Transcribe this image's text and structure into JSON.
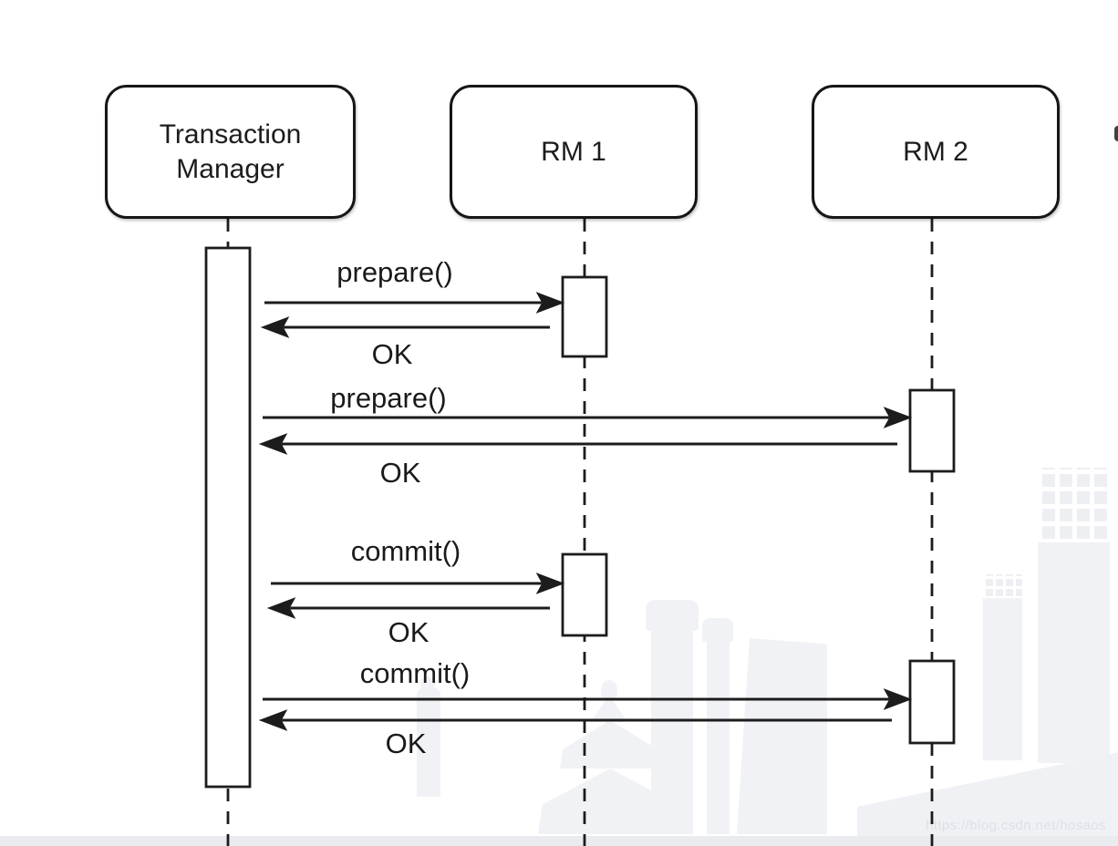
{
  "participants": [
    {
      "label": "Transaction Manager"
    },
    {
      "label": "RM 1"
    },
    {
      "label": "RM 2"
    }
  ],
  "messages": [
    {
      "label": "prepare()",
      "from": "Transaction Manager",
      "to": "RM 1",
      "direction": "right"
    },
    {
      "label": "OK",
      "from": "RM 1",
      "to": "Transaction Manager",
      "direction": "left"
    },
    {
      "label": "prepare()",
      "from": "Transaction Manager",
      "to": "RM 2",
      "direction": "right"
    },
    {
      "label": "OK",
      "from": "RM 2",
      "to": "Transaction Manager",
      "direction": "left"
    },
    {
      "label": "commit()",
      "from": "Transaction Manager",
      "to": "RM 1",
      "direction": "right"
    },
    {
      "label": "OK",
      "from": "RM 1",
      "to": "Transaction Manager",
      "direction": "left"
    },
    {
      "label": "commit()",
      "from": "Transaction Manager",
      "to": "RM 2",
      "direction": "right"
    },
    {
      "label": "OK",
      "from": "RM 2",
      "to": "Transaction Manager",
      "direction": "left"
    }
  ],
  "watermark_url": "https://blog.csdn.net/hosaos",
  "colors": {
    "line": "#1c1c1c",
    "background": "#ffffff",
    "watermark_shape": "#f1f2f5",
    "bottom_strip": "#e9ebee",
    "watermark_text": "#dde0e6"
  }
}
